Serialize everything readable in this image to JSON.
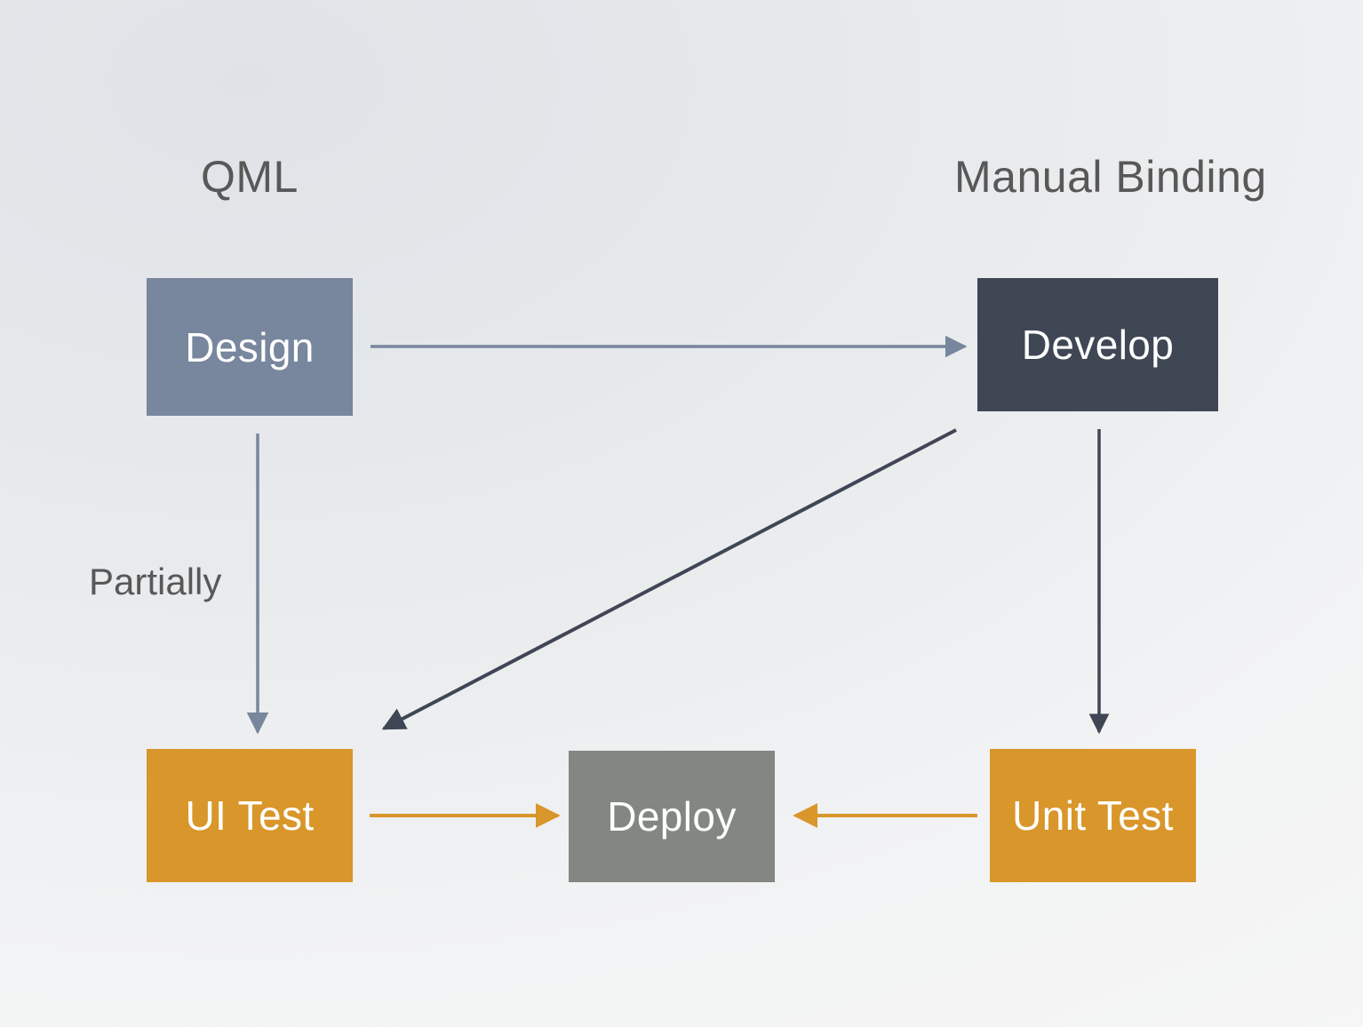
{
  "slide": {
    "background_top_left": "#dfe3e7",
    "background_bottom_right": "#f6f6f6"
  },
  "columns": [
    {
      "id": "qml",
      "label": "QML",
      "color": "#585858"
    },
    {
      "id": "manual-binding",
      "label": "Manual Binding",
      "color": "#585858"
    }
  ],
  "nodes": [
    {
      "id": "design",
      "label": "Design",
      "fill": "#78869e",
      "text_color": "#ffffff"
    },
    {
      "id": "develop",
      "label": "Develop",
      "fill": "#3f4654",
      "text_color": "#ffffff"
    },
    {
      "id": "ui-test",
      "label": "UI Test",
      "fill": "#d9962a",
      "text_color": "#ffffff"
    },
    {
      "id": "deploy",
      "label": "Deploy",
      "fill": "#828782",
      "text_color": "#ffffff"
    },
    {
      "id": "unit-test",
      "label": "Unit Test",
      "fill": "#d9962a",
      "text_color": "#ffffff"
    }
  ],
  "edges": [
    {
      "id": "design-to-develop",
      "from": "design",
      "to": "develop",
      "label": "",
      "color": "#78869e"
    },
    {
      "id": "design-to-ui-test",
      "from": "design",
      "to": "ui-test",
      "label": "Partially",
      "color": "#78869e"
    },
    {
      "id": "develop-to-ui-test",
      "from": "develop",
      "to": "ui-test",
      "label": "",
      "color": "#3f4654"
    },
    {
      "id": "develop-to-unit-test",
      "from": "develop",
      "to": "unit-test",
      "label": "",
      "color": "#3f4654"
    },
    {
      "id": "ui-test-to-deploy",
      "from": "ui-test",
      "to": "deploy",
      "label": "",
      "color": "#d9962a"
    },
    {
      "id": "unit-test-to-deploy",
      "from": "unit-test",
      "to": "deploy",
      "label": "",
      "color": "#d9962a"
    }
  ],
  "labels": {
    "partially": "Partially"
  }
}
